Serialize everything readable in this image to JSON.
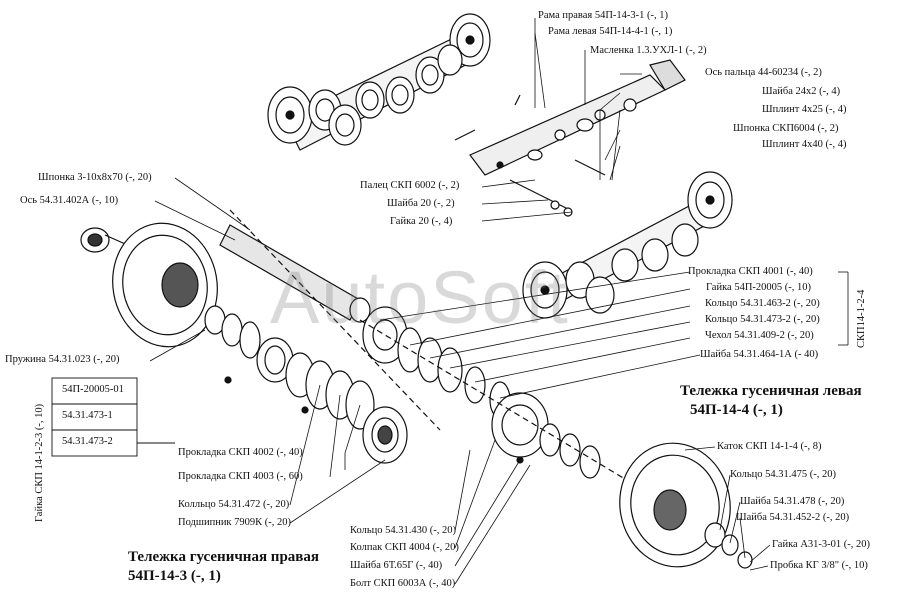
{
  "watermark": "AutoSoft",
  "labels": {
    "frame_right": "Рама правая 54П-14-3-1 (-, 1)",
    "frame_left": "Рама левая 54П-14-4-1 (-, 1)",
    "grease_fitting": "Масленка 1.3.УХЛ-1 (-, 2)",
    "pin_axle": "Ось пальца 44-60234 (-, 2)",
    "washer_24x2": "Шайба 24х2 (-, 4)",
    "cotter_4x25": "Шплинт 4х25 (-, 4)",
    "key_skp6004": "Шпонка СКП6004 (-, 2)",
    "cotter_4x40": "Шплинт 4х40 (-, 4)",
    "finger_skp6002": "Палец СКП 6002 (-, 2)",
    "washer_20": "Шайба 20 (-, 2)",
    "nut_20": "Гайка 20 (-, 4)",
    "key_3_10x8x70": "Шпонка 3-10х8х70 (-, 20)",
    "axle_54_31_402a": "Ось 54.31.402А (-, 10)",
    "gasket_skp4001": "Прокладка СКП 4001 (-, 40)",
    "nut_54p_20005": "Гайка 54П-20005 (-, 10)",
    "ring_473_2": "Кольцо 54.31.473-2 (-, 20)",
    "ring_463_2": "Кольцо 54.31.463-2 (-, 20)",
    "cover_409_2": "Чехол 54.31.409-2 (-, 20)",
    "washer_464_1a": "Шайба 54.31.464-1А (- 40)",
    "spring_023": "Пружина 54.31.023 (-, 20)",
    "roller_skp14": "Каток СКП 14-1-4 (-, 8)",
    "ring_475": "Кольцо 54.31.475 (-, 20)",
    "washer_478": "Шайба 54.31.478 (-, 20)",
    "washer_452_2": "Шайба 54.31.452-2 (-, 20)",
    "nut_a31": "Гайка А31-3-01 (-, 20)",
    "plug_kg": "Пробка КГ 3/8\" (-, 10)",
    "gasket_skp4002": "Прокладка СКП 4002 (-, 40)",
    "gasket_skp4003": "Прокладка СКП 4003 (-, 60)",
    "ring_472": "Колльцо 54.31.472 (-, 20)",
    "bearing_7909k": "Подшипник 7909К (-, 20)",
    "ring_430": "Кольцо 54.31.430 (-, 20)",
    "cap_skp4004": "Колпак СКП 4004 (-, 20)",
    "washer_6t": "Шайба 6Т.65Г (-, 40)",
    "bolt_skp6003a": "Болт СКП 6003А (-, 40)"
  },
  "kit_box": {
    "vertical_label": "Гайка СКП 14-1-2-3 (-, 10)",
    "items": [
      "54П-20005-01",
      "54.31.473-1",
      "54.31.473-2"
    ]
  },
  "bracket_label": "СКП14-1-2-4",
  "titles": {
    "left_line1": "Тележка гусеничная левая",
    "left_line2": "54П-14-4 (-, 1)",
    "right_line1": "Тележка гусеничная правая",
    "right_line2": "54П-14-3 (-, 1)"
  }
}
